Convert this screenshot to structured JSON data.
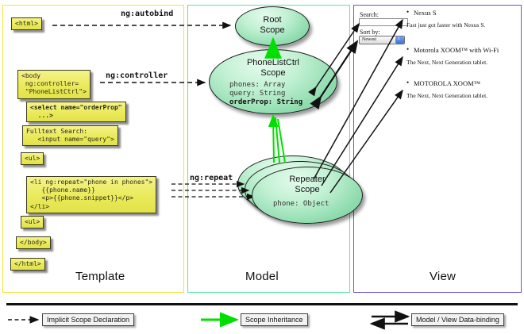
{
  "panels": {
    "template": {
      "label": "Template",
      "border_color": "#f2e33a"
    },
    "model": {
      "label": "Model",
      "border_color": "#54e9a0"
    },
    "view": {
      "label": "View",
      "border_color": "#6c4fe8"
    }
  },
  "template_code": {
    "html_open": "<html>",
    "body_open": "<body\n ng:controller=\n \"PhoneListCtrl\">",
    "select": "<select name=\"orderProp\"\n  ...>",
    "input": "Fulltext Search:\n   <input name=\"query\">",
    "ul_open": "<ul>",
    "li": "<li ng:repeat=\"phone in phones\">\n   {{phone.name}}\n   <p>{{phone.snippet}}</p>\n</li>",
    "ul_close": "<ul>",
    "body_close": "</body>",
    "html_close": "</html>"
  },
  "edge_labels": {
    "autobind": "ng:autobind",
    "controller": "ng:controller",
    "repeat": "ng:repeat"
  },
  "scopes": {
    "root": {
      "title_line1": "Root",
      "title_line2": "Scope"
    },
    "controller": {
      "title_line1": "PhoneListCtrl",
      "title_line2": "Scope",
      "members": [
        "phones: Array",
        "query: String"
      ],
      "members_bold": [
        "orderProp: String"
      ]
    },
    "repeater": {
      "title_line1": "Repeater",
      "title_line2": "Scope",
      "members": [
        "phone: Object"
      ]
    }
  },
  "view": {
    "search_label": "Search:",
    "search_value": "",
    "sort_label": "Sort by:",
    "sort_selected": "Newest",
    "phones": [
      {
        "name": "Nexus S",
        "snippet": "Fast just got faster with Nexus S."
      },
      {
        "name": "Motorola XOOM™ with Wi-Fi",
        "snippet": "The Next, Next Generation tablet."
      },
      {
        "name": "MOTOROLA XOOM™",
        "snippet": "The Next, Next Generation tablet."
      }
    ]
  },
  "legend": {
    "implicit": "Implicit Scope Declaration",
    "inheritance": "Scope Inheritance",
    "databinding": "Model / View Data-binding"
  },
  "colors": {
    "inheritance_arrow": "#00e000",
    "code_box_fill": "#eaea5a",
    "scope_fill": "#8fdcae"
  }
}
